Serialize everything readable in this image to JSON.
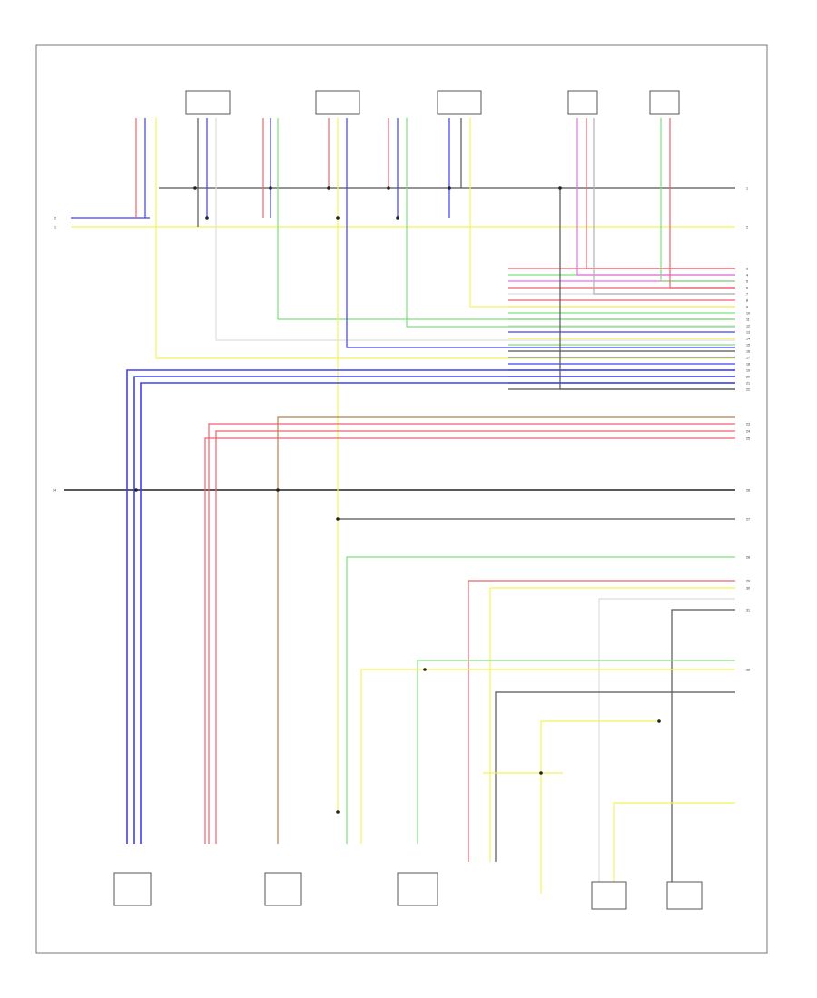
{
  "diagram": {
    "footer_code": "",
    "colors": {
      "black": "#222222",
      "grey": "#b0b0b0",
      "white": "#dedede",
      "yellow": "#f2f25a",
      "green": "#7ce07c",
      "blue": "#4040f0",
      "red": "#f06070",
      "pink": "#f06af0",
      "brown": "#b8804a",
      "dark_grey": "#555555"
    },
    "right_terminal_numbers": [
      "1",
      "2",
      "3",
      "4",
      "5",
      "6",
      "7",
      "8",
      "9",
      "10",
      "11",
      "12",
      "13",
      "14",
      "15",
      "16",
      "17",
      "18",
      "19",
      "20",
      "21",
      "22",
      "23",
      "24",
      "25",
      "26",
      "27",
      "28",
      "29",
      "30",
      "31",
      "32"
    ],
    "left_terminal_numbers": [
      "2",
      "1",
      "24"
    ],
    "top_components": [
      {
        "id": "t1",
        "label": ""
      },
      {
        "id": "t2",
        "label": ""
      },
      {
        "id": "t3",
        "label": ""
      },
      {
        "id": "t4",
        "label": ""
      },
      {
        "id": "t5",
        "label": ""
      },
      {
        "id": "t6",
        "label": ""
      },
      {
        "id": "t7",
        "label": ""
      },
      {
        "id": "t8",
        "label": ""
      }
    ],
    "bottom_components": [
      {
        "id": "b1",
        "label": ""
      },
      {
        "id": "b2",
        "label": ""
      },
      {
        "id": "b3",
        "label": ""
      },
      {
        "id": "b4",
        "label": ""
      },
      {
        "id": "b5",
        "label": ""
      },
      {
        "id": "b6",
        "label": ""
      },
      {
        "id": "b7",
        "label": ""
      },
      {
        "id": "b8",
        "label": ""
      },
      {
        "id": "b9",
        "label": ""
      },
      {
        "id": "b10",
        "label": ""
      }
    ]
  }
}
